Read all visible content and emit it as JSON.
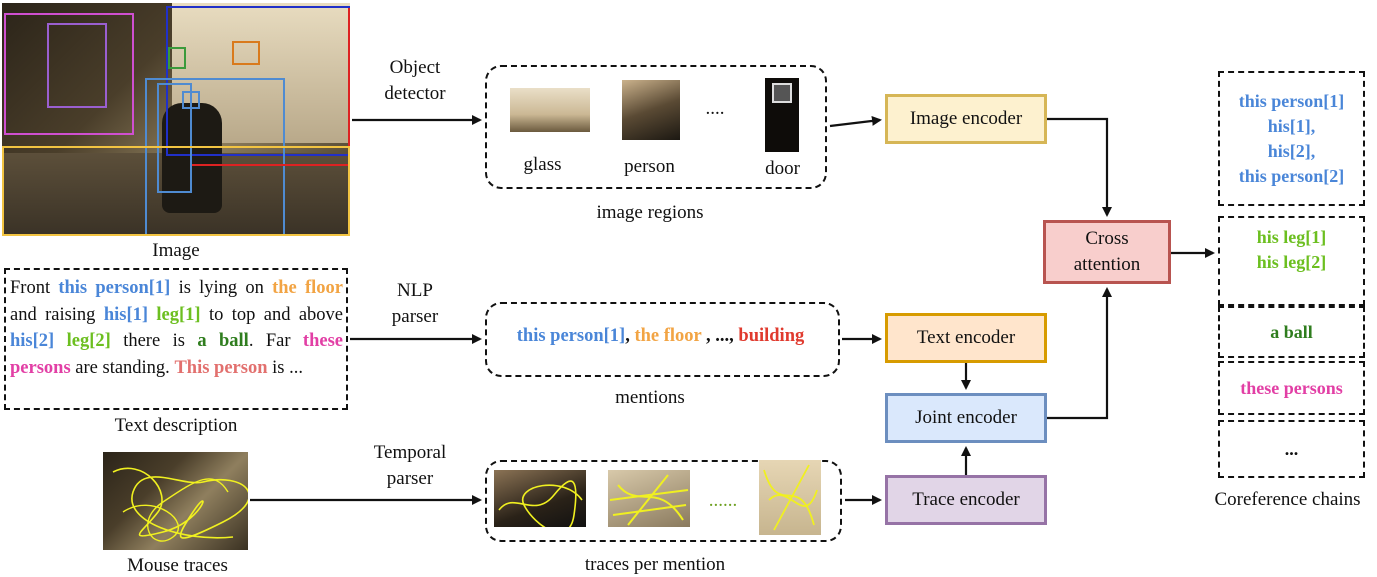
{
  "colors": {
    "blue": "#4a86d8",
    "orange": "#f2a444",
    "green": "#6cbf20",
    "dark_green": "#2f7d1e",
    "magenta": "#e23fa5",
    "salmon": "#e2706e",
    "red": "#e03a2e",
    "image_encoder_fill": "#fdf1cf",
    "image_encoder_border": "#d6b656",
    "text_encoder_fill": "#ffe5cc",
    "text_encoder_border": "#d79b00",
    "joint_encoder_fill": "#dae8fc",
    "joint_encoder_border": "#6c8ebf",
    "trace_encoder_fill": "#e1d5e7",
    "trace_encoder_border": "#9673a6",
    "cross_attention_fill": "#f8cecc",
    "cross_attention_border": "#b85450"
  },
  "labels": {
    "image": "Image",
    "text_description": "Text description",
    "mouse_traces": "Mouse traces",
    "object_detector_1": "Object",
    "object_detector_2": "detector",
    "nlp_parser_1": "NLP",
    "nlp_parser_2": "parser",
    "temporal_parser_1": "Temporal",
    "temporal_parser_2": "parser",
    "image_regions": "image regions",
    "mentions": "mentions",
    "traces_per_mention": "traces per mention",
    "coreference_chains": "Coreference chains"
  },
  "regions": {
    "glass": "glass",
    "person": "person",
    "ellipsis": "....",
    "door": "door"
  },
  "traces": {
    "ellipsis": "......"
  },
  "encoders": {
    "image": "Image encoder",
    "text": "Text encoder",
    "joint": "Joint encoder",
    "trace": "Trace encoder",
    "cross_1": "Cross",
    "cross_2": "attention"
  },
  "description": {
    "t1": "Front ",
    "m1": "this person[1]",
    "t2": " is lying on ",
    "m2": "the floor",
    "t3": " and raising ",
    "m3": "his[1]",
    "t4": " ",
    "m4": "leg[1]",
    "t5": " to top and above ",
    "m5": "his[2]",
    "t6": " ",
    "m6": "leg[2]",
    "t7": " there is ",
    "m7": "a ball",
    "t8": ". Far ",
    "m8": "these persons",
    "t9": " are standing. ",
    "m9": "This person",
    "t10": " is ..."
  },
  "mentions": {
    "m1": "this person[1]",
    "sep1": ", ",
    "m2": "the floor",
    "sep2": " , ..., ",
    "m3": "building"
  },
  "chains": {
    "c1": [
      "this person[1]",
      "his[1],",
      "his[2],",
      "this person[2]"
    ],
    "c2": [
      "his leg[1]",
      "his leg[2]"
    ],
    "c3": "a ball",
    "c4": "these persons",
    "c5": "..."
  }
}
